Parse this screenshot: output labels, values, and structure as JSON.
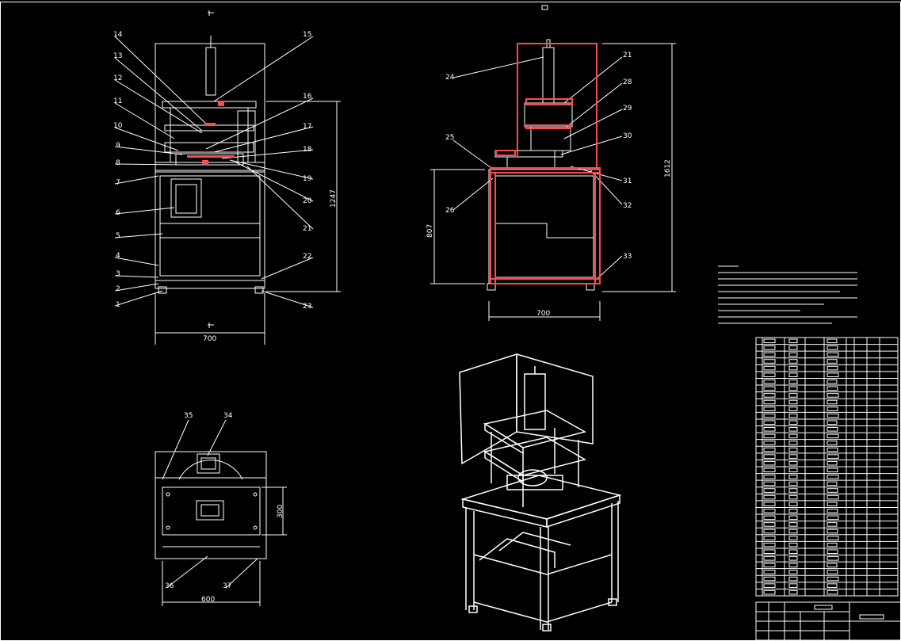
{
  "drawing": {
    "front_view": {
      "callouts": [
        "14",
        "13",
        "12",
        "11",
        "10",
        "9",
        "8",
        "7",
        "6",
        "5",
        "4",
        "3",
        "2",
        "1",
        "15",
        "16",
        "17",
        "18",
        "19",
        "20",
        "21",
        "22",
        "23"
      ],
      "dim_width": "700",
      "dim_height": "1247"
    },
    "side_view": {
      "callouts": [
        "24",
        "25",
        "26",
        "21",
        "28",
        "29",
        "30",
        "31",
        "32",
        "33"
      ],
      "dim_width": "700",
      "dim_height": "807",
      "dim_total_height": "1612"
    },
    "top_view": {
      "callouts": [
        "35",
        "34",
        "36",
        "37"
      ],
      "dim_width": "600",
      "dim_height": "300"
    }
  },
  "colors": {
    "line": "#ffffff",
    "section": "#ff4a4a",
    "background": "#000000"
  }
}
